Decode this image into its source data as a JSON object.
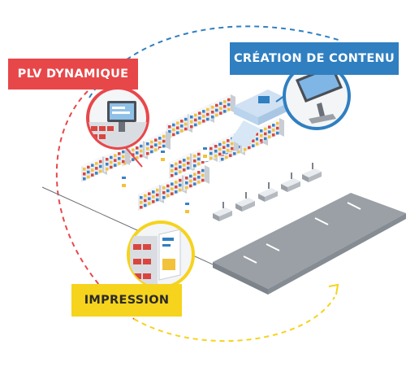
{
  "labels": {
    "plv": "PLV DYNAMIQUE",
    "creation": "CRÉATION DE CONTENU",
    "impression": "IMPRESSION"
  },
  "colors": {
    "plv": "#e8474a",
    "creation": "#2f7fc1",
    "impression": "#f6d31c",
    "floor": "#9aa0a6",
    "shelf": "#e8ebef",
    "product_red": "#d9453f",
    "product_blue": "#3b82c4",
    "product_yellow": "#f2c23c"
  },
  "icons": {
    "plv_callout": "monitor-display-icon",
    "creation_callout": "desktop-computer-icon",
    "impression_callout": "printed-poster-icon"
  }
}
